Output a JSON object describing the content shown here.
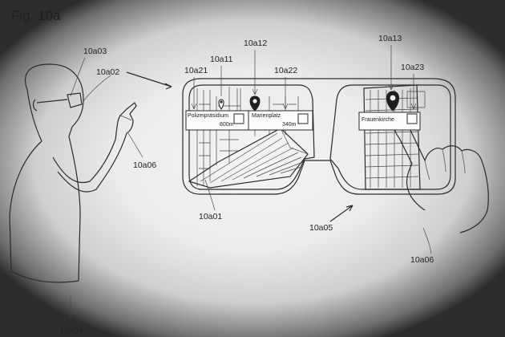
{
  "figure": {
    "title": "Fig. 10a"
  },
  "references": {
    "glasses": "10a03",
    "gaze": "10a02",
    "hand_left": "10a06",
    "person": "10a04",
    "tag_left": "10a21",
    "pin_left": "10a11",
    "pin_middle": "10a12",
    "tag_middle": "10a22",
    "pin_right": "10a13",
    "tag_right": "10a23",
    "left_view": "10a01",
    "display": "10a05",
    "hand_right": "10a06"
  },
  "poi_tags": {
    "left": {
      "name": "Polizeipräsidium",
      "distance": "800m"
    },
    "middle": {
      "name": "Marienplatz",
      "distance": "340m"
    },
    "right": {
      "name": "Frauenkirche"
    }
  }
}
